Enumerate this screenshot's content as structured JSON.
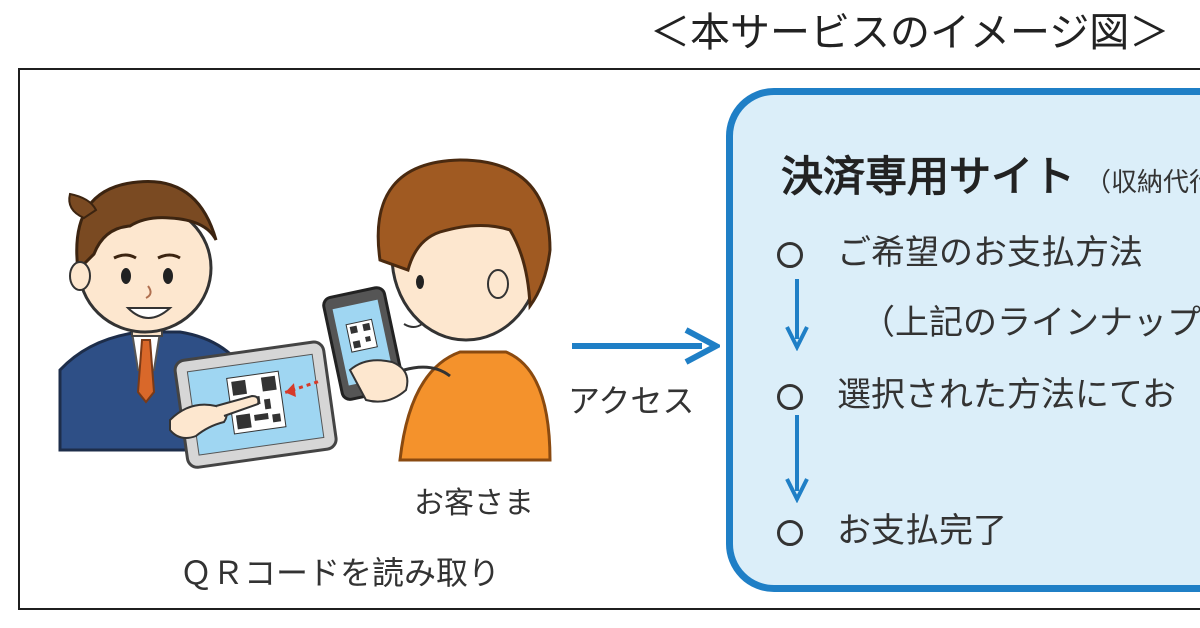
{
  "header": {
    "title": "＜本サービスのイメージ図＞"
  },
  "left_illustration": {
    "customer_label": "お客さま",
    "qr_caption": "ＱＲコードを読み取り"
  },
  "flow": {
    "access_label": "アクセス"
  },
  "site_panel": {
    "title": "決済専用サイト",
    "title_sub": "（収納代行",
    "steps": [
      {
        "text": "ご希望のお支払方法"
      },
      {
        "text": "選択された方法にてお"
      },
      {
        "text": "お支払完了"
      }
    ],
    "note": "（上記のラインナップよ"
  },
  "colors": {
    "accent_blue": "#1f7fc6",
    "panel_fill": "#dbeef9",
    "arrow_blue": "#1f7fc6"
  }
}
